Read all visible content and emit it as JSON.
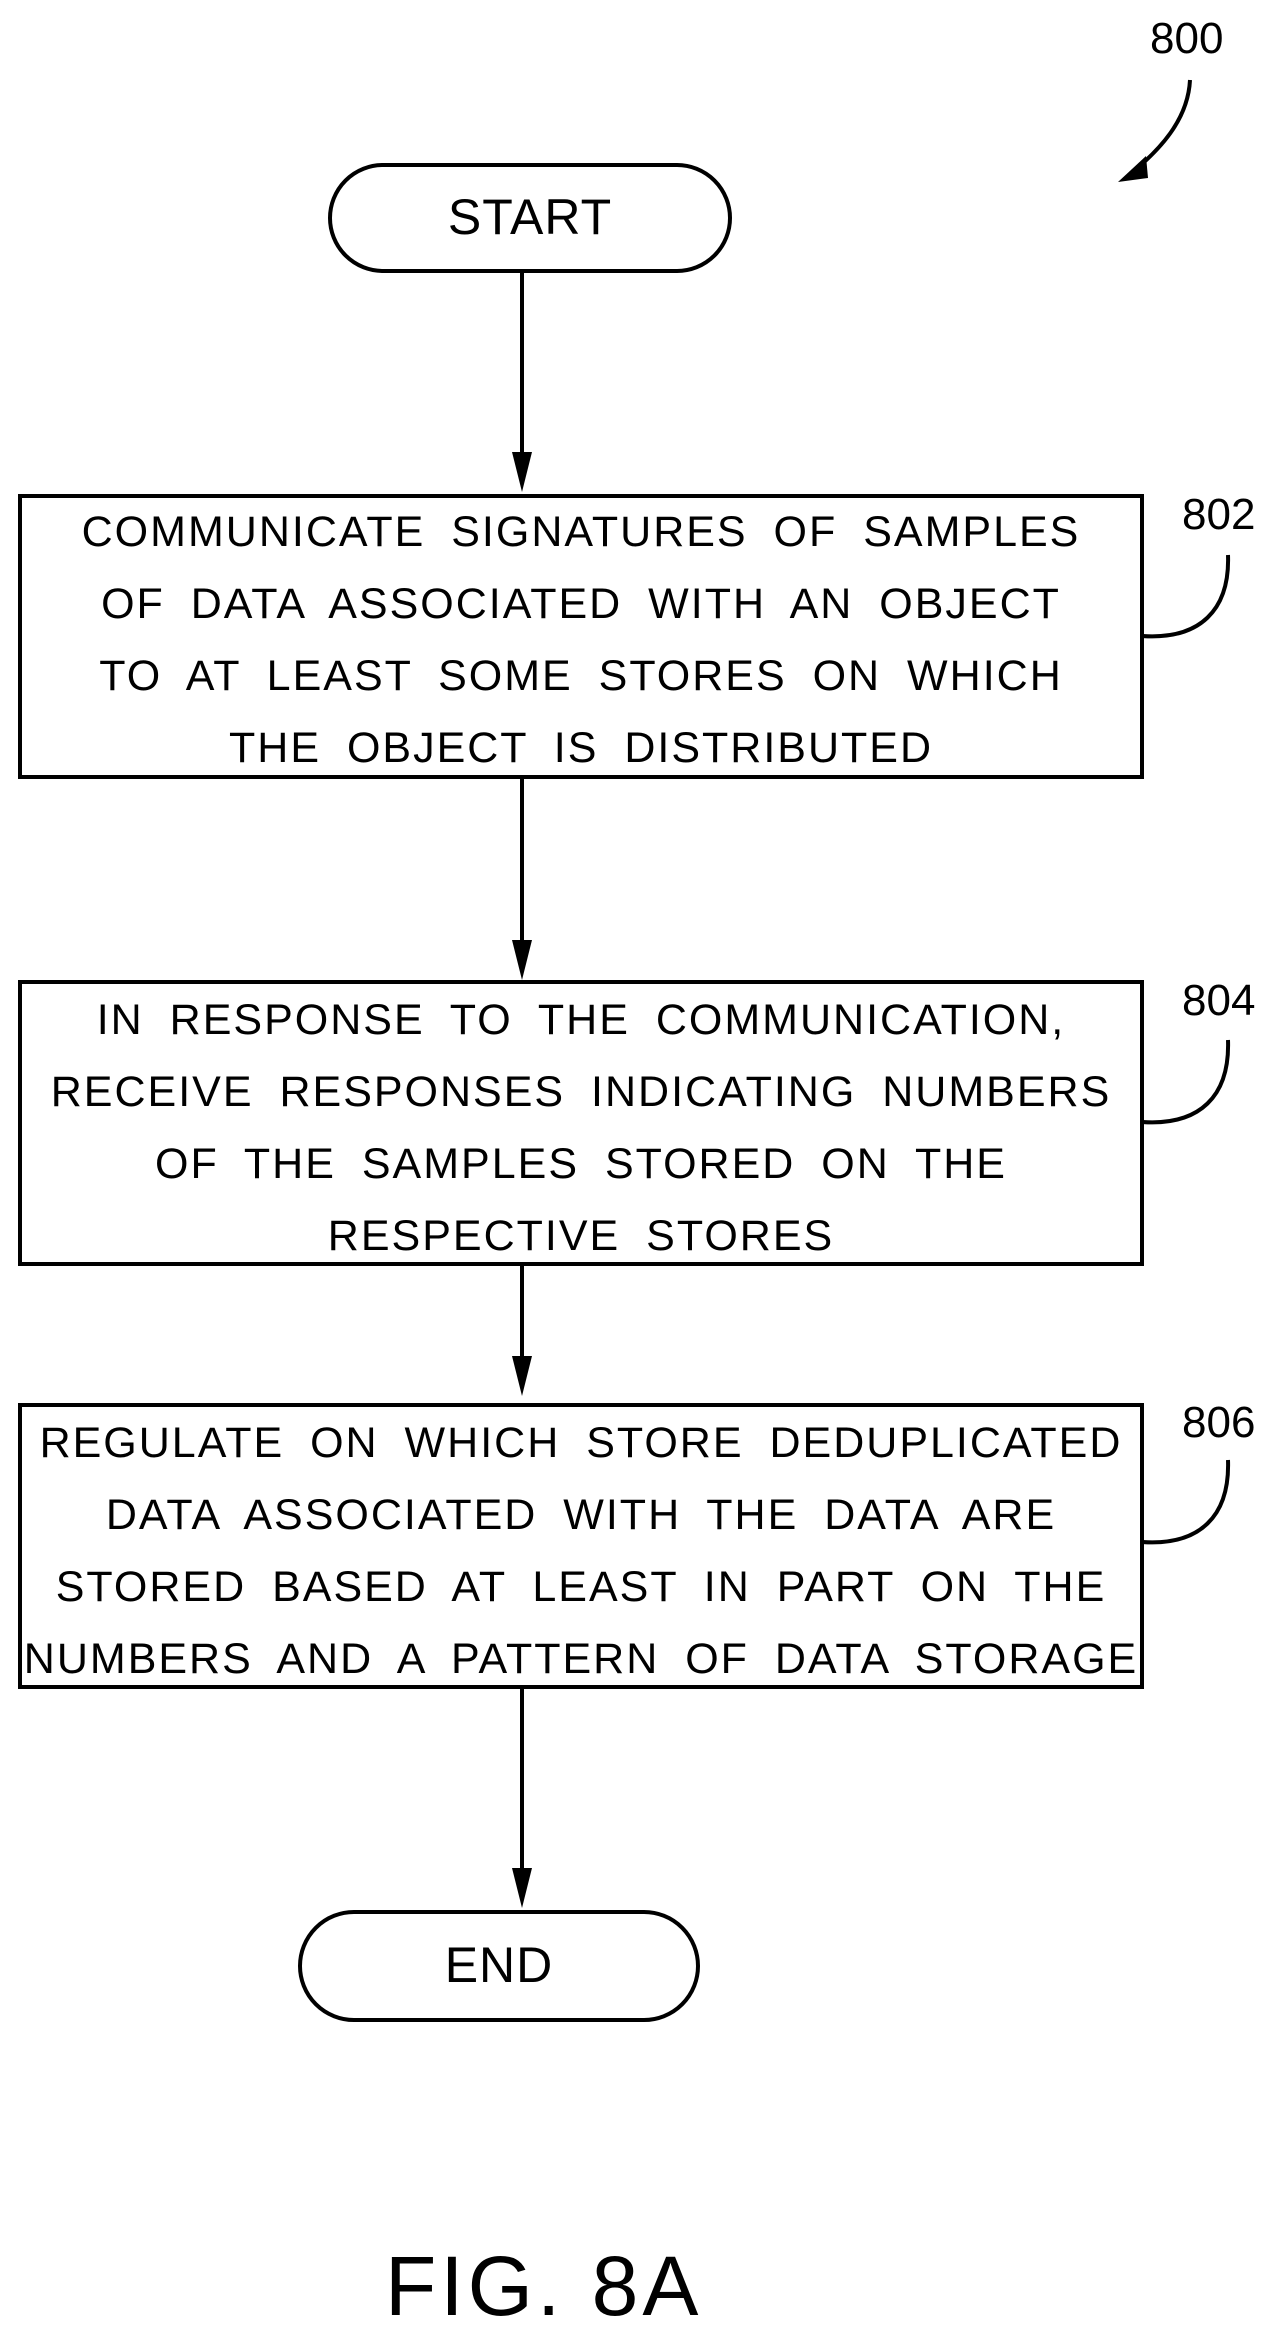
{
  "figure_ref": "800",
  "start": "START",
  "end": "END",
  "steps": [
    {
      "ref": "802",
      "lines": [
        "COMMUNICATE SIGNATURES OF SAMPLES",
        "OF DATA ASSOCIATED WITH AN OBJECT",
        "TO AT LEAST SOME STORES ON WHICH",
        "THE OBJECT IS DISTRIBUTED"
      ]
    },
    {
      "ref": "804",
      "lines": [
        "IN RESPONSE TO THE COMMUNICATION,",
        "RECEIVE RESPONSES INDICATING NUMBERS",
        "OF THE SAMPLES STORED ON THE",
        "RESPECTIVE STORES"
      ]
    },
    {
      "ref": "806",
      "lines": [
        "REGULATE ON WHICH STORE DEDUPLICATED",
        "DATA ASSOCIATED WITH THE DATA ARE",
        "STORED BASED AT LEAST IN PART ON THE",
        "NUMBERS AND A PATTERN OF DATA STORAGE"
      ]
    }
  ],
  "caption": "FIG. 8A"
}
